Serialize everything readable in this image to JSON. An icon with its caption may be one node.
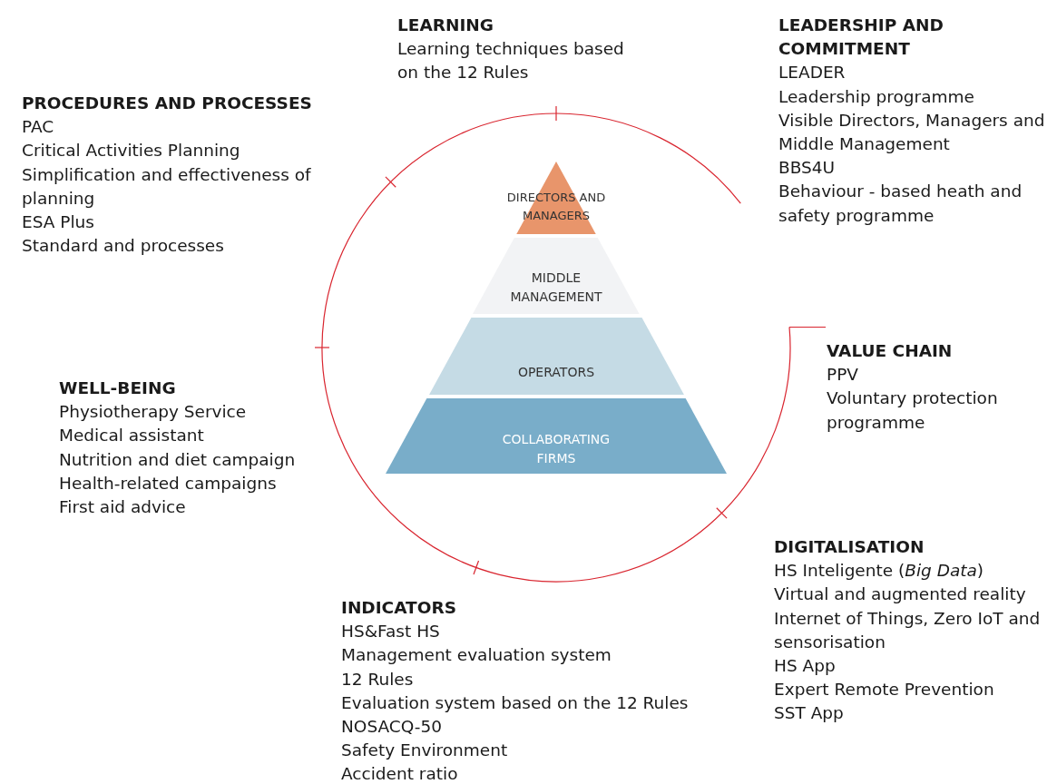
{
  "diagram": {
    "nodes": [
      {
        "text": [
          "DIRECTORS AND MANAGERS"
        ]
      },
      {
        "text": [
          "MIDDLE MANAGEMENT"
        ]
      },
      {
        "text": [
          "OPERATORS"
        ]
      },
      {
        "text": [
          "COLLABORATING FIRMS"
        ]
      }
    ],
    "labels": [
      "LEARNING",
      "Learning techniques based on the 12 Rules",
      "LEADERSHIP AND COMMITMENT",
      "LEADER",
      "Leadership programme",
      "Visible Directors, Managers and Middle Management",
      "BBS4U",
      "Behaviour - based heath and safety programme",
      "PROCEDURES AND PROCESSES",
      "PAC",
      "Critical Activities Planning",
      "Simplification and effectiveness of planning",
      "ESA Plus",
      "Standard and processes",
      "VALUE CHAIN",
      "PPV",
      "Voluntary protection programme",
      "WELL-BEING",
      "Physiotherapy Service",
      "Medical assistant",
      "Nutrition and diet campaign",
      "Health-related campaigns",
      "First aid advice",
      "DIGITALISATION",
      "HS Inteligente (*Big Data*)",
      "Virtual and augmented reality",
      "Internet of Things, Zero IoT and sensorisation",
      "HS App",
      "Expert Remote Prevention",
      "SST App",
      "INDICATORS",
      "HS&Fast HS",
      "Management evaluation system",
      "12 Rules",
      "Evaluation system based on the 12 Rules",
      "NOSACQ-50",
      "Safety Environment",
      "Accident ratio"
    ]
  }
}
